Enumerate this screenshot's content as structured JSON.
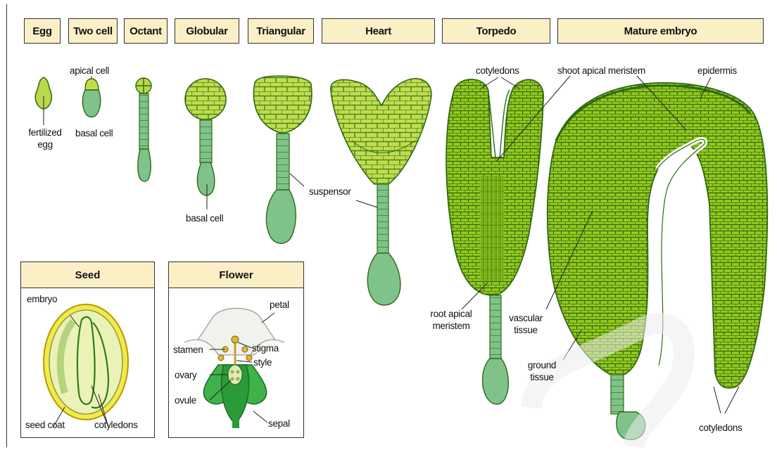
{
  "stages": {
    "egg": "Egg",
    "two_cell": "Two cell",
    "octant": "Octant",
    "globular": "Globular",
    "triangular": "Triangular",
    "heart": "Heart",
    "torpedo": "Torpedo",
    "mature": "Mature embryo"
  },
  "labels": {
    "apical_cell": "apical cell",
    "fertilized_egg": "fertilized egg",
    "basal_cell_1": "basal cell",
    "basal_cell_2": "basal cell",
    "suspensor": "suspensor",
    "cotyledons_top": "cotyledons",
    "shoot_apical_meristem": "shoot apical meristem",
    "epidermis": "epidermis",
    "root_apical_meristem": "root apical meristem",
    "vascular_tissue": "vascular tissue",
    "ground_tissue": "ground tissue",
    "cotyledons_bottom": "cotyledons"
  },
  "seed": {
    "title": "Seed",
    "embryo": "embryo",
    "seed_coat": "seed coat",
    "cotyledons": "cotyledons"
  },
  "flower": {
    "title": "Flower",
    "petal": "petal",
    "stamen": "stamen",
    "stigma": "stigma",
    "style": "style",
    "ovary": "ovary",
    "ovule": "ovule",
    "sepal": "sepal"
  },
  "colors": {
    "cell_light": "#b7d94a",
    "cell_mid": "#95c91f",
    "cell_wall": "#2d6a12",
    "suspensor": "#7fc28a",
    "header_bg": "#fbefc6"
  }
}
